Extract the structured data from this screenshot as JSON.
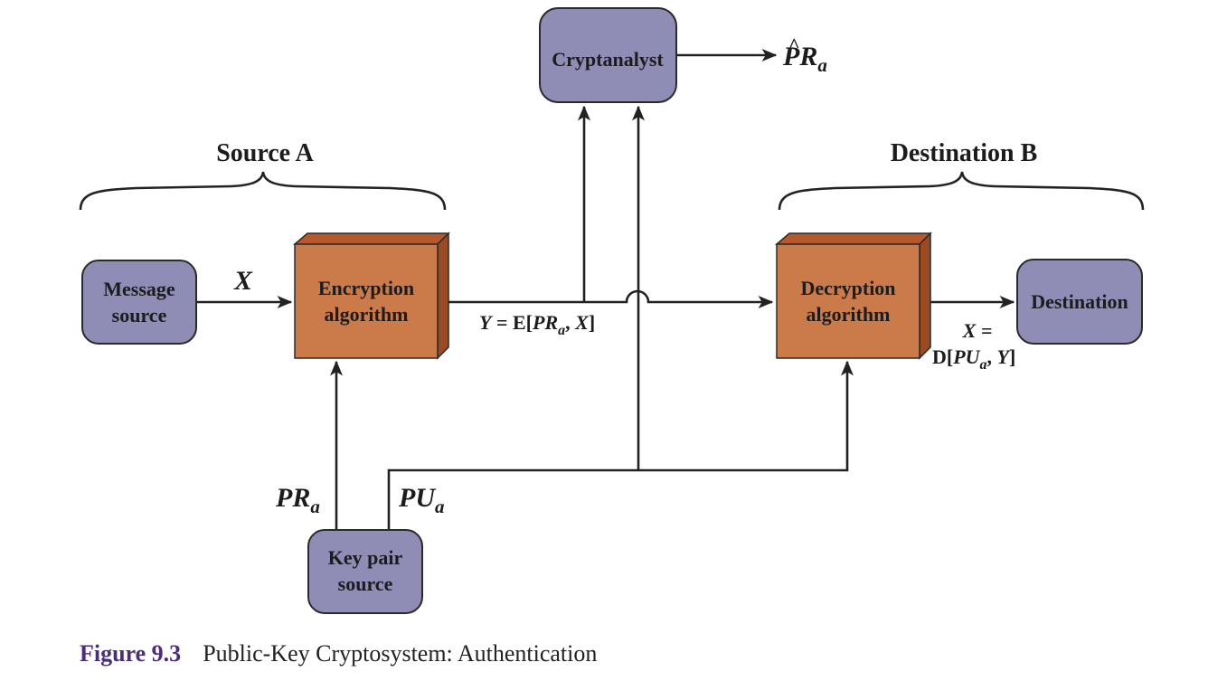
{
  "figure": {
    "number": "Figure 9.3",
    "caption": "Public-Key Cryptosystem: Authentication"
  },
  "groups": {
    "source": "Source A",
    "destination": "Destination B"
  },
  "nodes": {
    "message_source": [
      "Message",
      "source"
    ],
    "encryption": [
      "Encryption",
      "algorithm"
    ],
    "cryptanalyst": "Cryptanalyst",
    "decryption": [
      "Decryption",
      "algorithm"
    ],
    "destination": "Destination",
    "key_pair": [
      "Key pair",
      "source"
    ]
  },
  "labels": {
    "plaintext_in": "X",
    "ciphertext": {
      "lhs": "Y",
      "eq": " = E[",
      "key": "PR",
      "sub": "a",
      "sep": ", ",
      "arg": "X",
      "close": "]"
    },
    "plaintext_out": {
      "line1": "X =",
      "fn": "D[",
      "key": "PU",
      "sub": "a",
      "sep": ", ",
      "arg": "Y",
      "close": "]"
    },
    "estimate": {
      "key": "PR",
      "sub": "a",
      "hat": "^"
    },
    "private_key": {
      "key": "PR",
      "sub": "a"
    },
    "public_key": {
      "key": "PU",
      "sub": "a"
    }
  },
  "colors": {
    "box_purple": "#8f8cb6",
    "box_orange_front": "#cb7a4a",
    "box_orange_top": "#b65a2e",
    "box_orange_side": "#9c4a22",
    "caption_accent": "#4b2c7f"
  }
}
